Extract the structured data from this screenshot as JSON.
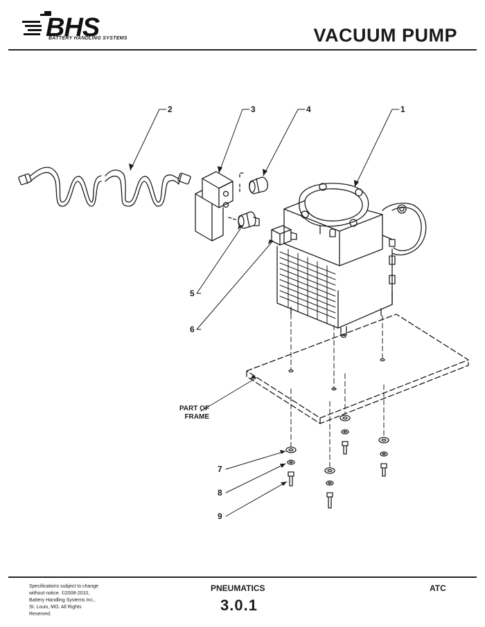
{
  "header": {
    "brand": "BHS",
    "brand_tagline": "BATTERY HANDLING SYSTEMS",
    "title": "VACUUM PUMP"
  },
  "drawing": {
    "callouts": [
      "1",
      "2",
      "3",
      "4",
      "5",
      "6",
      "7",
      "8",
      "9"
    ],
    "frame_label_line1": "PART OF",
    "frame_label_line2": "FRAME"
  },
  "footer": {
    "disclaimer": "Specifications subject to change without notice. ©2008-2010, Battery Handling Systems Inc., St. Louis, MO. All Rights Reserved.",
    "section": "PNEUMATICS",
    "page_number": "3.0.1",
    "code": "ATC"
  },
  "colors": {
    "ink": "#1a1a1a",
    "paper": "#ffffff"
  }
}
